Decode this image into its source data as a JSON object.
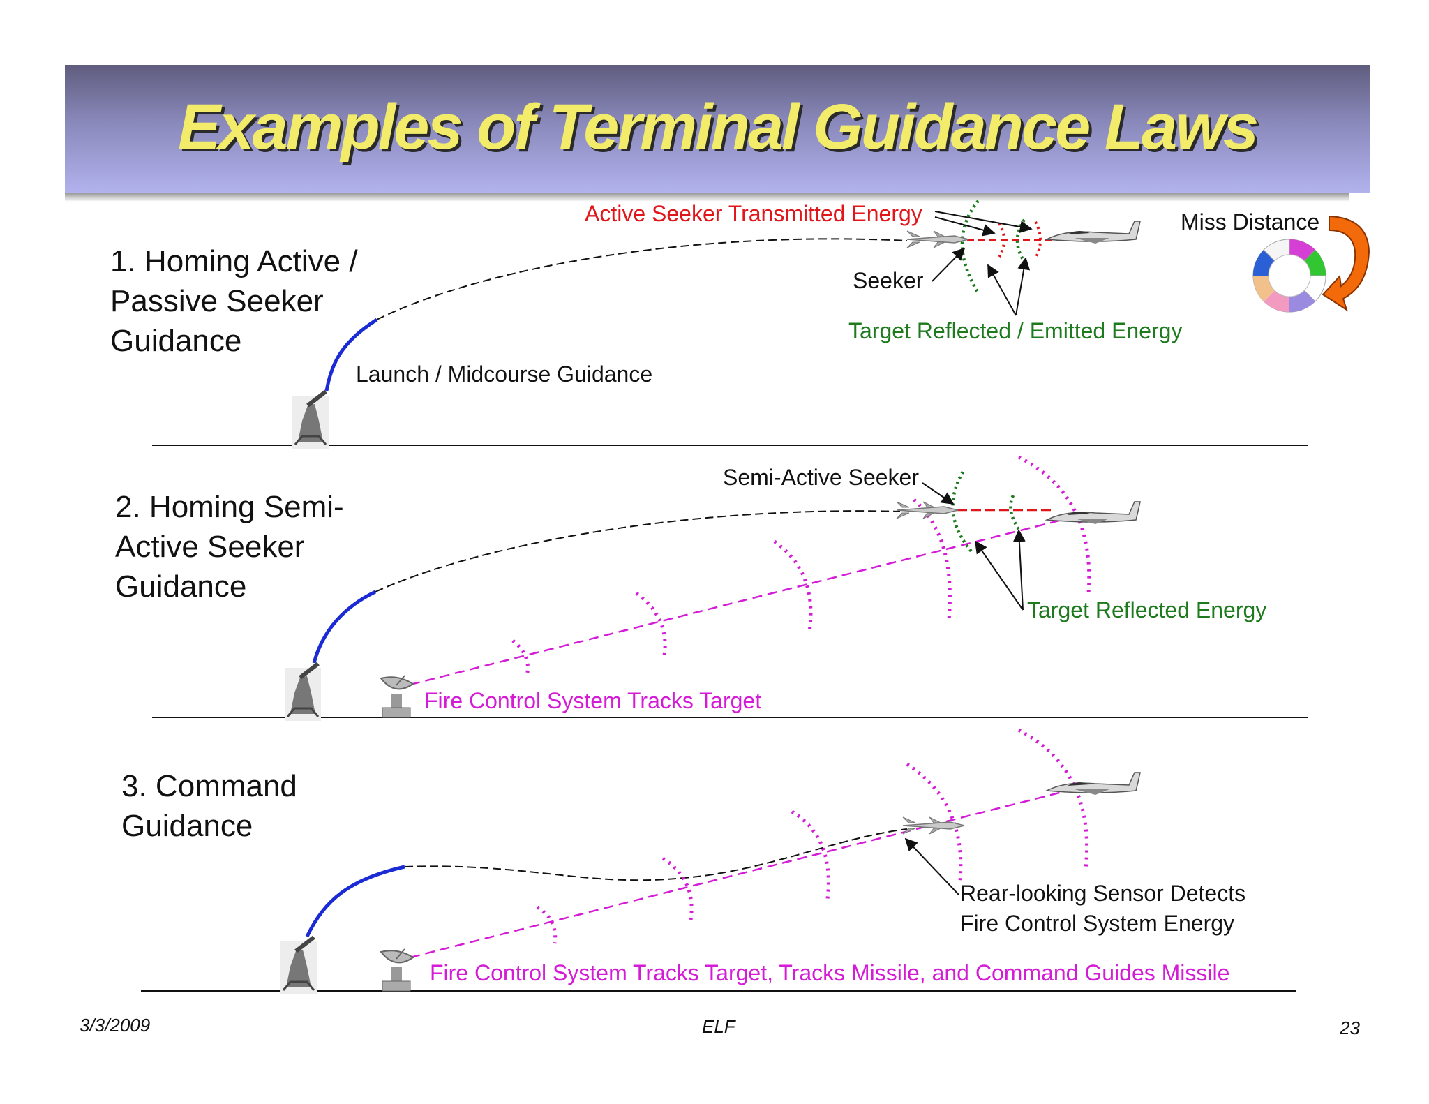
{
  "title": "Examples of Terminal Guidance Laws",
  "sections": [
    {
      "heading": "1. Homing Active / Passive Seeker Guidance",
      "labels": {
        "transmitted": "Active Seeker Transmitted Energy",
        "seeker": "Seeker",
        "reflected_emitted": "Target Reflected / Emitted Energy",
        "launch_midcourse": "Launch / Midcourse Guidance",
        "miss_distance": "Miss Distance"
      }
    },
    {
      "heading": "2. Homing Semi-Active Seeker Guidance",
      "labels": {
        "semi_active_seeker": "Semi-Active Seeker",
        "reflected": "Target Reflected Energy",
        "fire_control": "Fire Control System Tracks Target"
      }
    },
    {
      "heading": "3. Command Guidance",
      "labels": {
        "sensor_line1": "Rear-looking Sensor Detects",
        "sensor_line2": "Fire Control System Energy",
        "fire_control": "Fire Control System Tracks Target, Tracks Missile, and Command Guides Missile"
      }
    }
  ],
  "footer": {
    "date": "3/3/2009",
    "center": "ELF",
    "page": "23"
  },
  "colors": {
    "title_text": "#f2ec6a",
    "red": "#e0161b",
    "green": "#1d7a1d",
    "magenta": "#d41bd6",
    "blue_trajectory": "#1a2bd6",
    "arrow_orange": "#f26a0a"
  }
}
